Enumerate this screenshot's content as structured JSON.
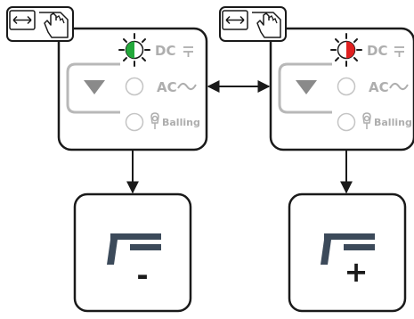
{
  "panels": [
    {
      "dc_label": "DC",
      "ac_label": "AC",
      "balling_label": "Balling",
      "dc_led_color": "#22a83a",
      "output_sign": "-",
      "touch_icon": "hand-touch-icon",
      "swap_icon": "double-arrow-icon",
      "output_icon": "electrode-holder-icon"
    },
    {
      "dc_label": "DC",
      "ac_label": "AC",
      "balling_label": "Balling",
      "dc_led_color": "#e02020",
      "output_sign": "+",
      "touch_icon": "hand-touch-icon",
      "swap_icon": "double-arrow-icon",
      "output_icon": "electrode-holder-icon"
    }
  ],
  "connector": "bidirectional-arrow",
  "colors": {
    "frame": "#1a1a1a",
    "inactive": "#b8b8b8",
    "label": "#aeaeae"
  }
}
